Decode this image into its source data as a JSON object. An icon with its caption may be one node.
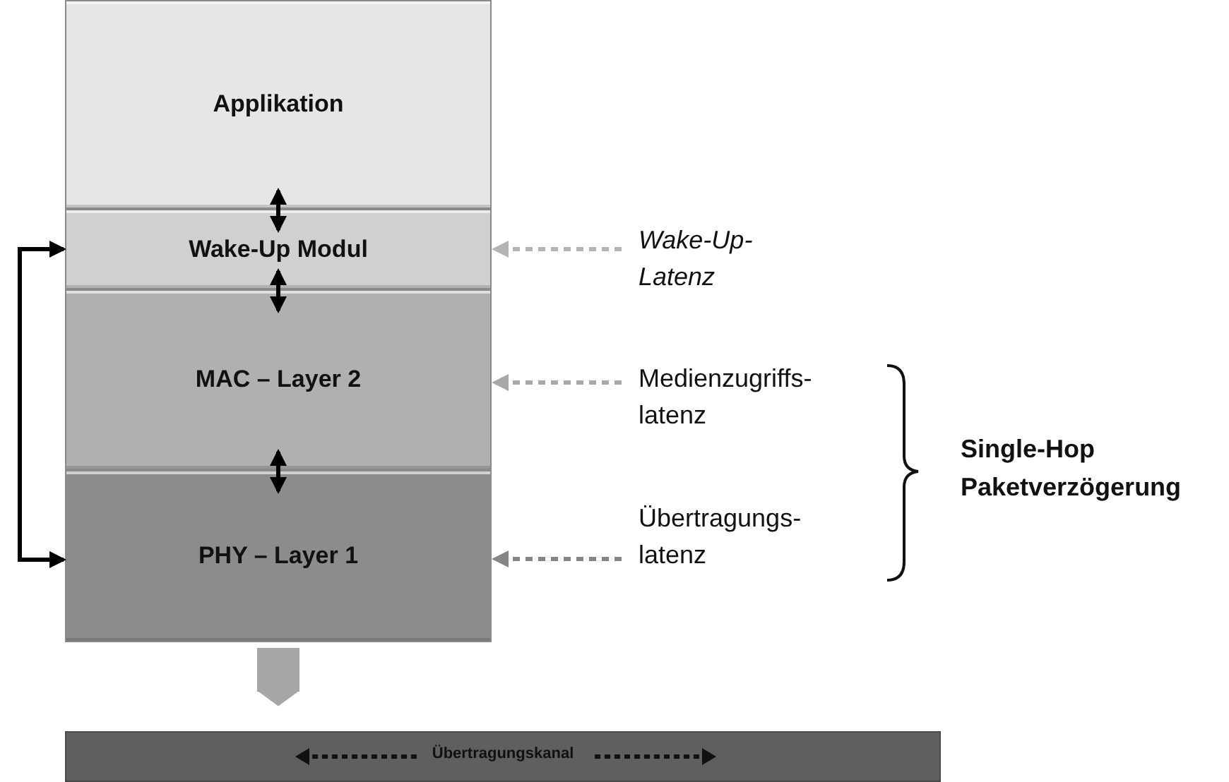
{
  "diagram": {
    "nodes": [
      {
        "text": [
          "Applikation"
        ]
      },
      {
        "text": [
          "Wake-Up Modul"
        ]
      },
      {
        "text": [
          "MAC – Layer 2"
        ]
      },
      {
        "text": [
          "PHY – Layer 1"
        ]
      },
      {
        "text": [
          "Übertragungskanal"
        ]
      },
      {
        "text": [
          "Wake-Up- Latenz"
        ]
      },
      {
        "text": [
          "Medienzugriffs- latenz"
        ]
      },
      {
        "text": [
          "Übertragungs- latenz"
        ]
      }
    ],
    "edges": [
      {
        "from": 0,
        "to": 1,
        "arrow": "both"
      },
      {
        "from": 1,
        "to": 2,
        "arrow": "both"
      },
      {
        "from": 2,
        "to": 3,
        "arrow": "both"
      },
      {
        "from": 3,
        "to": 1,
        "arrow": "both"
      },
      {
        "from": 5,
        "to": 1,
        "arrow": "to",
        "style": "dashed",
        "color": "#b4b4b4"
      },
      {
        "from": 6,
        "to": 2,
        "arrow": "to",
        "style": "dashed",
        "color": "#a8a8a8"
      },
      {
        "from": 7,
        "to": 3,
        "arrow": "to",
        "style": "dashed",
        "color": "#858585"
      },
      {
        "from": 3,
        "to": 4,
        "arrow": "to",
        "style": "thick",
        "color": "#a6a6a6"
      }
    ],
    "labels": [
      "Single-Hop Paketverzögerung"
    ]
  }
}
